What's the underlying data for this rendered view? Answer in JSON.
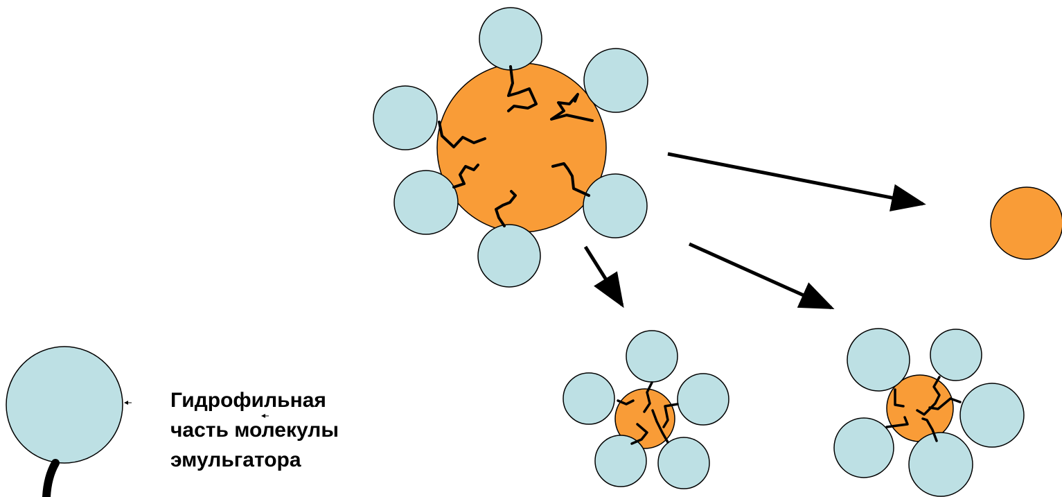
{
  "colors": {
    "hydrophilic_head": "#bde0e4",
    "oil_droplet": "#f99c37",
    "outline": "#000000",
    "background": "#ffffff"
  },
  "legend": {
    "lines": [
      "Гидрофильная",
      "часть молекулы",
      "эмульгатора"
    ]
  }
}
